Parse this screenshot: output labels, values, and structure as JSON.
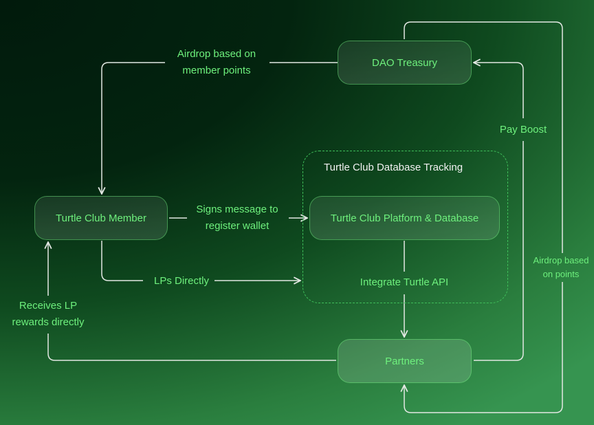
{
  "nodes": {
    "dao_treasury": "DAO Treasury",
    "member": "Turtle Club Member",
    "platform": "Turtle Club Platform & Database",
    "partners": "Partners"
  },
  "group_title": "Turtle Club Database Tracking",
  "edges": {
    "airdrop_member_1": "Airdrop based on",
    "airdrop_member_2": "member points",
    "signs_1": "Signs message to",
    "signs_2": "register wallet",
    "lps_directly": "LPs Directly",
    "integrate_api": "Integrate Turtle API",
    "pay_boost": "Pay Boost",
    "airdrop_points_1": "Airdrop based",
    "airdrop_points_2": "on points",
    "receives_1": "Receives LP",
    "receives_2": "rewards directly"
  },
  "colors": {
    "accent": "#6ef07d",
    "line": "#e8ece8",
    "dashed": "#3fbf5a"
  }
}
